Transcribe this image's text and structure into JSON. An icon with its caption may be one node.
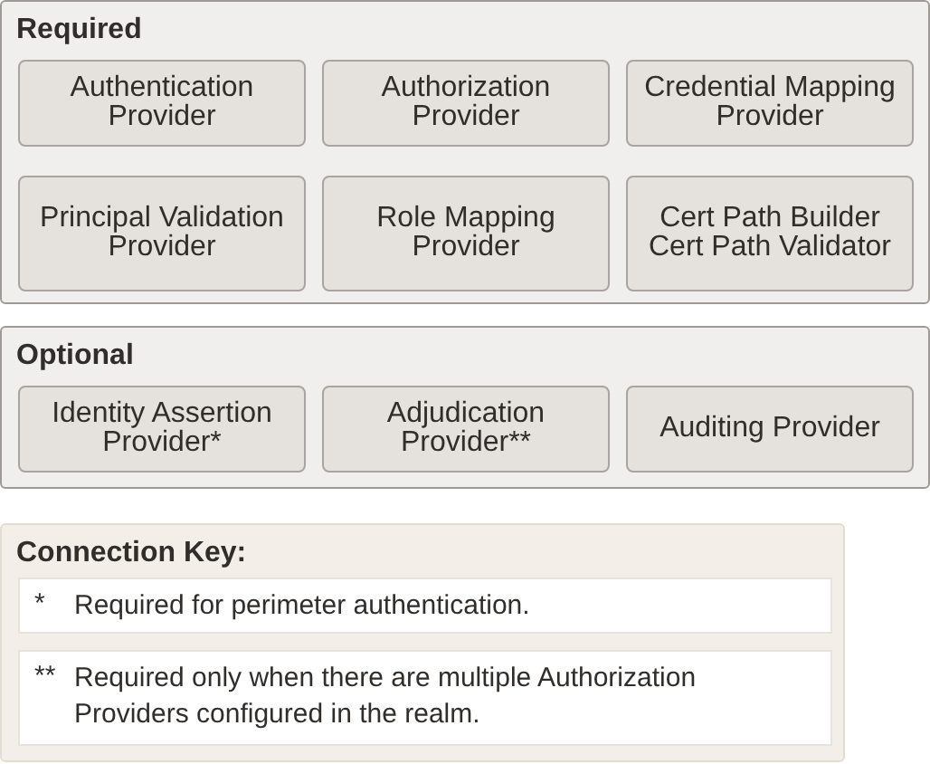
{
  "diagram": {
    "nodes": [
      {
        "text": [
          "Required"
        ]
      },
      {
        "text": [
          "Authentication Provider"
        ],
        "in": 0
      },
      {
        "text": [
          "Authorization Provider"
        ],
        "in": 0
      },
      {
        "text": [
          "Credential Mapping Provider"
        ],
        "in": 0
      },
      {
        "text": [
          "Principal Validation Provider"
        ],
        "in": 0
      },
      {
        "text": [
          "Role Mapping Provider"
        ],
        "in": 0
      },
      {
        "text": [
          "Cert Path Builder Cert Path Validator"
        ],
        "in": 0
      },
      {
        "text": [
          "Optional"
        ]
      },
      {
        "text": [
          "Identity Assertion Provider*"
        ],
        "in": 7
      },
      {
        "text": [
          "Adjudication Provider**"
        ],
        "in": 7
      },
      {
        "text": [
          "Auditing Provider"
        ],
        "in": 7
      },
      {
        "text": [
          "Connection Key:"
        ]
      },
      {
        "text": [
          "*",
          "Required for perimeter authentication."
        ],
        "in": 11
      },
      {
        "text": [
          "**",
          "Required only when there are multiple Authorization Providers configured in the realm."
        ],
        "in": 11
      }
    ],
    "edges": []
  }
}
